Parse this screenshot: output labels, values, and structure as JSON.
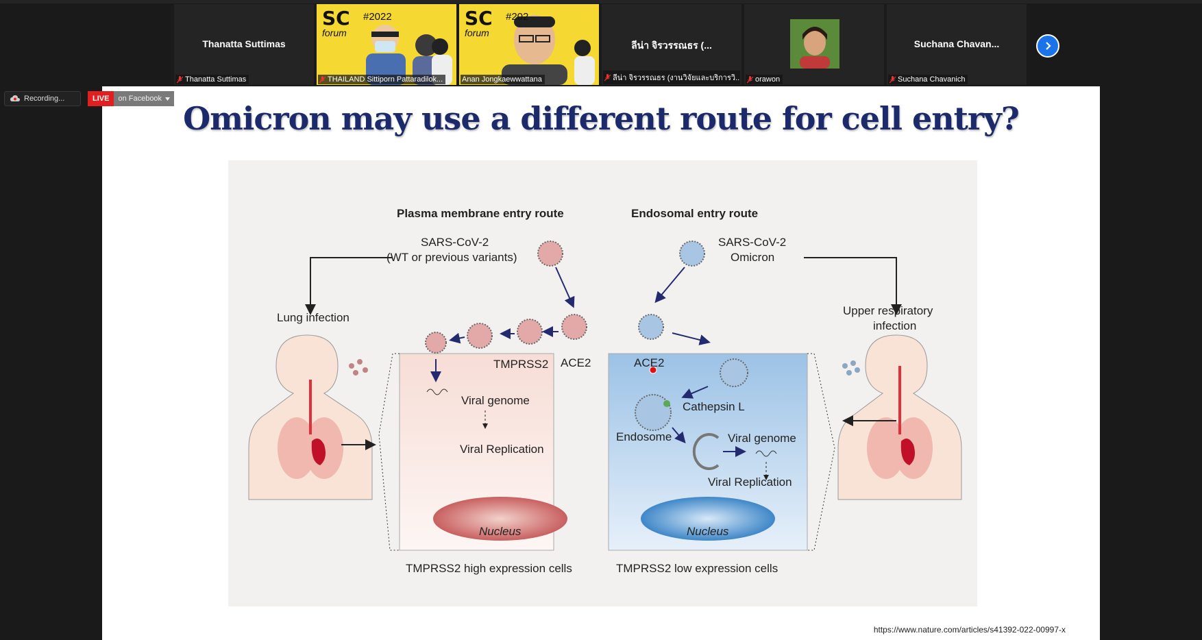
{
  "participants": [
    {
      "display": "Thanatta Suttimas",
      "label": "Thanatta Suttimas",
      "video": false
    },
    {
      "display": "",
      "label": "THAILAND Sittiporn Pattaradilok...",
      "video": true
    },
    {
      "display": "",
      "label": "Anan Jongkaewwattana",
      "video": true
    },
    {
      "display": "ลีน่า จิรวรรณธร (...",
      "label": "ลีน่า จิรวรรณธร (งานวิจัยและบริการวิ...",
      "video": false
    },
    {
      "display": "",
      "label": "orawon",
      "video": true
    },
    {
      "display": "Suchana  Chavan...",
      "label": "Suchana Chavanich",
      "video": false
    }
  ],
  "banner": {
    "sc": "SC",
    "forum": "forum",
    "year1": "#2022",
    "year2": "#202"
  },
  "recording": {
    "label": "Recording..."
  },
  "live": {
    "badge": "LIVE",
    "target": "on Facebook"
  },
  "slide": {
    "title": "Omicron may use a different route for cell entry?",
    "url": "https://www.nature.com/articles/s41392-022-00997-x"
  },
  "figure": {
    "left_route": "Plasma membrane entry route",
    "right_route": "Endosomal entry route",
    "left_virus_1": "SARS-CoV-2",
    "left_virus_2": "(WT or previous variants)",
    "right_virus_1": "SARS-CoV-2",
    "right_virus_2": "Omicron",
    "lung": "Lung infection",
    "upper_1": "Upper respiratory",
    "upper_2": "infection",
    "tmprss2": "TMPRSS2",
    "ace2_left": "ACE2",
    "ace2_right": "ACE2",
    "viral_genome_left": "Viral genome",
    "viral_replication_left": "Viral Replication",
    "cathepsin": "Cathepsin L",
    "endosome": "Endosome",
    "viral_genome_right": "Viral genome",
    "viral_replication_right": "Viral Replication",
    "nucleus_left": "Nucleus",
    "nucleus_right": "Nucleus",
    "caption_left": "TMPRSS2 high expression cells",
    "caption_right": "TMPRSS2 low expression cells"
  },
  "colors": {
    "live": "#e02020",
    "next": "#1a73e8",
    "title": "#1c2a6b",
    "banner": "#f5d832"
  }
}
